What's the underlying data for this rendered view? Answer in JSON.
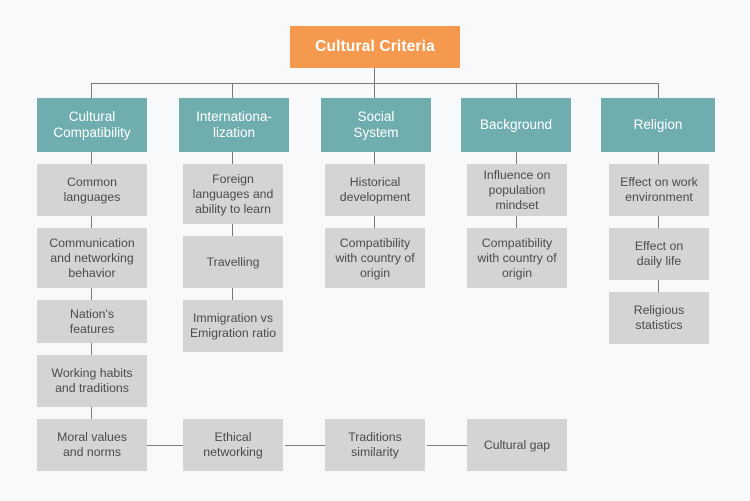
{
  "diagram": {
    "title": "Cultural Criteria",
    "root": {
      "label": "Cultural Criteria",
      "color": "#f4994d",
      "text_color": "#ffffff"
    },
    "palette": {
      "background": "#f7f9fa",
      "root_fill": "#f4994d",
      "category_fill": "#70adae",
      "leaf_fill": "#d4d4d6",
      "connector": "#7a7a7a",
      "leaf_text": "#4a4a4a",
      "category_text": "#ffffff"
    },
    "columns": [
      {
        "category": "Cultural Compatibility",
        "items": [
          "Common languages",
          "Communication and networking behavior",
          "Nation's features",
          "Working habits and traditions",
          "Moral values and norms"
        ]
      },
      {
        "category": "Internationa-lization",
        "items": [
          "Foreign languages and ability to learn",
          "Travelling",
          "Immigration vs Emigration ratio",
          "Ethical networking"
        ]
      },
      {
        "category": "Social System",
        "items": [
          "Historical development",
          "Compatibility with country of origin",
          "Traditions similarity"
        ]
      },
      {
        "category": "Background",
        "items": [
          "Influence on population mindset",
          "Compatibility with country of origin",
          "Cultural gap"
        ]
      },
      {
        "category": "Religion",
        "items": [
          "Effect on work environment",
          "Effect on daily life",
          "Religious statistics"
        ]
      }
    ]
  },
  "nodes": {
    "root": "Cultural Criteria",
    "cat1": "Cultural\nCompatibility",
    "cat2": "Internationa-\nlization",
    "cat3": "Social\nSystem",
    "cat4": "Background",
    "cat5": "Religion",
    "c1r1": "Common\nlanguages",
    "c1r2": "Communication\nand networking\nbehavior",
    "c1r3": "Nation's\nfeatures",
    "c1r4": "Working habits\nand traditions",
    "c1r5": "Moral values\nand norms",
    "c2r1": "Foreign\nlanguages and\nability to learn",
    "c2r2": "Travelling",
    "c2r3": "Immigration vs\nEmigration ratio",
    "c2r5": "Ethical\nnetworking",
    "c3r1": "Historical\ndevelopment",
    "c3r2": "Compatibility\nwith country of\norigin",
    "c3r5": "Traditions\nsimilarity",
    "c4r1": "Influence on\npopulation\nmindset",
    "c4r2": "Compatibility\nwith country of\norigin",
    "c4r5": "Cultural gap",
    "c5r1": "Effect on work\nenvironment",
    "c5r2": "Effect on\ndaily life",
    "c5r3": "Religious\nstatistics"
  }
}
